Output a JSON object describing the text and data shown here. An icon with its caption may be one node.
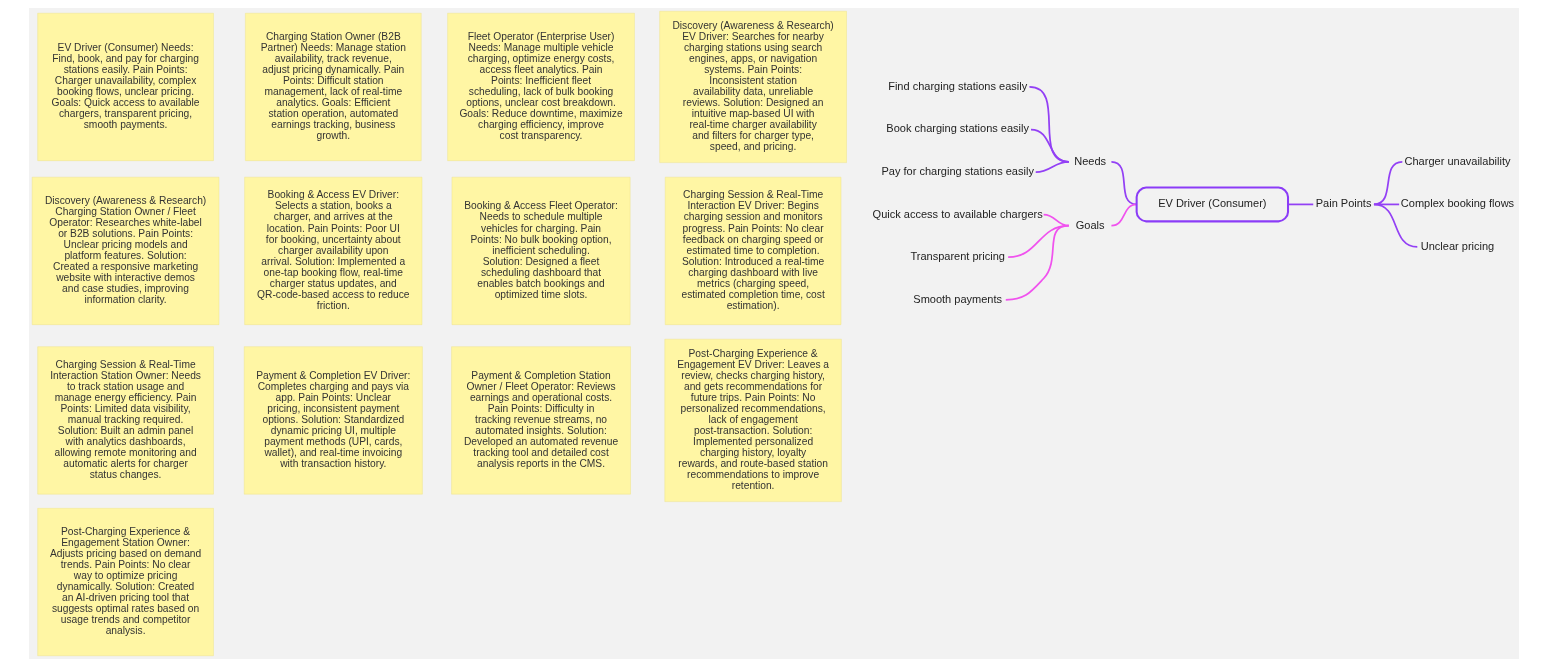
{
  "diagram": {
    "nodes": [
      {
        "text": [
          "EV Driver (Consumer) Needs: Find, book, and pay for charging stations easily. Pain Points: Charger unavailability, complex booking flows, unclear pricing. Goals: Quick access to available chargers, transparent pricing, smooth payments."
        ]
      },
      {
        "text": [
          "Charging Station Owner (B2B Partner) Needs: Manage station availability, track revenue, adjust pricing dynamically. Pain Points: Difficult station management, lack of real-time analytics. Goals: Efficient station operation, automated earnings tracking, business growth."
        ]
      },
      {
        "text": [
          "Fleet Operator (Enterprise User) Needs: Manage multiple vehicle charging, optimize energy costs, access fleet analytics. Pain Points: Inefficient fleet scheduling, lack of bulk booking options, unclear cost breakdown. Goals: Reduce downtime, maximize charging efficiency, improve cost transparency."
        ]
      },
      {
        "text": [
          "Discovery (Awareness & Research) EV Driver: Searches for nearby charging stations using search engines, apps, or navigation systems. Pain Points: Inconsistent station availability data, unreliable reviews. Solution: Designed an intuitive map-based UI with real-time charger availability and filters for charger type, speed, and pricing."
        ]
      },
      {
        "text": [
          "Discovery (Awareness & Research) Charging Station Owner / Fleet Operator: Researches white-label or B2B solutions. Pain Points: Unclear pricing models and platform features. Solution: Created a responsive marketing website with interactive demos and case studies, improving information clarity."
        ]
      },
      {
        "text": [
          "Booking & Access EV Driver: Selects a station, books a charger, and arrives at the location. Pain Points: Poor UI for booking, uncertainty about charger availability upon arrival. Solution: Implemented a one-tap booking flow, real-time charger status updates, and QR-code-based access to reduce friction."
        ]
      },
      {
        "text": [
          "Booking & Access Fleet Operator: Needs to schedule multiple vehicles for charging. Pain Points: No bulk booking option, inefficient scheduling. Solution: Designed a fleet scheduling dashboard that enables batch bookings and optimized time slots."
        ]
      },
      {
        "text": [
          "Charging Session & Real-Time Interaction EV Driver: Begins charging session and monitors progress. Pain Points: No clear feedback on charging speed or estimated time to completion. Solution: Introduced a real-time charging dashboard with live metrics (charging speed, estimated completion time, cost estimation)."
        ]
      },
      {
        "text": [
          "Charging Session & Real-Time Interaction Station Owner: Needs to track station usage and manage energy efficiency. Pain Points: Limited data visibility, manual tracking required. Solution: Built an admin panel with analytics dashboards, allowing remote monitoring and automatic alerts for charger status changes."
        ]
      },
      {
        "text": [
          "Payment & Completion EV Driver: Completes charging and pays via app. Pain Points: Unclear pricing, inconsistent payment options. Solution: Standardized dynamic pricing UI, multiple payment methods (UPI, cards, wallet), and real-time invoicing with transaction history."
        ]
      },
      {
        "text": [
          "Payment & Completion Station Owner / Fleet Operator: Reviews earnings and operational costs. Pain Points: Difficulty in tracking revenue streams, no automated insights. Solution: Developed an automated revenue tracking tool and detailed cost analysis reports in the CMS."
        ]
      },
      {
        "text": [
          "Post-Charging Experience & Engagement EV Driver: Leaves a review, checks charging history, and gets recommendations for future trips. Pain Points: No personalized recommendations, lack of engagement post-transaction. Solution: Implemented personalized charging history, loyalty rewards, and route-based station recommendations to improve retention."
        ]
      },
      {
        "text": [
          "Post-Charging Experience & Engagement Station Owner: Adjusts pricing based on demand trends. Pain Points: No clear way to optimize pricing dynamically. Solution: Created an AI-driven pricing tool that suggests optimal rates based on usage trends and competitor analysis."
        ]
      },
      {
        "text": [
          "Find charging stations easily"
        ]
      },
      {
        "text": [
          "Book charging stations easily"
        ]
      },
      {
        "text": [
          "Pay for charging stations easily"
        ]
      },
      {
        "text": [
          "Needs"
        ]
      },
      {
        "text": [
          "Quick access to available chargers"
        ]
      },
      {
        "text": [
          "Transparent pricing"
        ]
      },
      {
        "text": [
          "Smooth payments"
        ]
      },
      {
        "text": [
          "Goals"
        ]
      },
      {
        "text": [
          "EV Driver (Consumer)"
        ]
      },
      {
        "text": [
          "Pain Points"
        ]
      },
      {
        "text": [
          "Charger unavailability"
        ]
      },
      {
        "text": [
          "Complex booking flows"
        ]
      },
      {
        "text": [
          "Unclear pricing"
        ]
      }
    ],
    "edges": [
      {
        "from": 13,
        "to": 16,
        "arrow": "none"
      },
      {
        "from": 14,
        "to": 16,
        "arrow": "none"
      },
      {
        "from": 15,
        "to": 16,
        "arrow": "none"
      },
      {
        "from": 16,
        "to": 21,
        "arrow": "none"
      },
      {
        "from": 17,
        "to": 20,
        "arrow": "none",
        "color": "#f052ee"
      },
      {
        "from": 18,
        "to": 20,
        "arrow": "none",
        "color": "#f052ee"
      },
      {
        "from": 19,
        "to": 20,
        "arrow": "none",
        "color": "#f052ee"
      },
      {
        "from": 20,
        "to": 21,
        "arrow": "none",
        "color": "#f052ee"
      },
      {
        "from": 21,
        "to": 22,
        "arrow": "none"
      },
      {
        "from": 22,
        "to": 23,
        "arrow": "none"
      },
      {
        "from": 22,
        "to": 24,
        "arrow": "none"
      },
      {
        "from": 22,
        "to": 25,
        "arrow": "none"
      }
    ]
  }
}
